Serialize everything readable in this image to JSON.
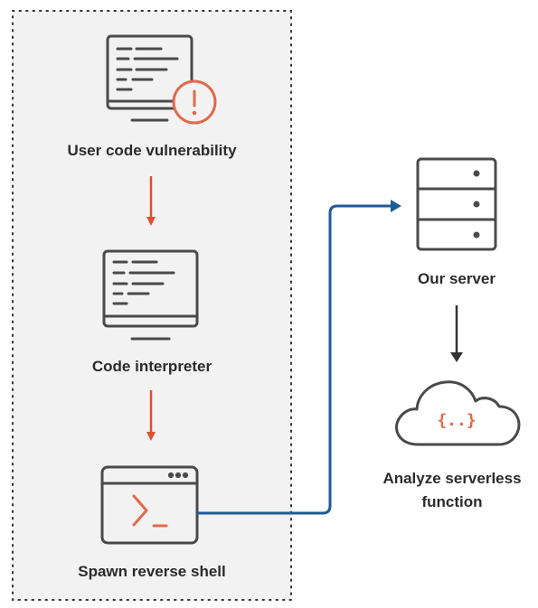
{
  "nodes": {
    "user_code": {
      "label": "User code vulnerability"
    },
    "interpreter": {
      "label": "Code interpreter"
    },
    "reverse_shell": {
      "label": "Spawn reverse shell",
      "prompt_glyph": ">_"
    },
    "our_server": {
      "label": "Our server"
    },
    "analyze": {
      "label_line1": "Analyze serverless",
      "label_line2": "function",
      "icon_text": "{..}"
    }
  },
  "colors": {
    "panel_bg": "#f2f2f2",
    "panel_border": "#333333",
    "icon_stroke": "#4a4a4a",
    "accent": "#e06a4c",
    "arrow_red": "#d9532e",
    "arrow_blue": "#1f5a96",
    "arrow_dark": "#333333",
    "text": "#2b2b2b"
  },
  "icons": {
    "user_code": "document-monitor-with-warning-icon",
    "interpreter": "document-monitor-icon",
    "reverse_shell": "terminal-window-icon",
    "our_server": "server-rack-icon",
    "analyze": "cloud-function-icon"
  }
}
